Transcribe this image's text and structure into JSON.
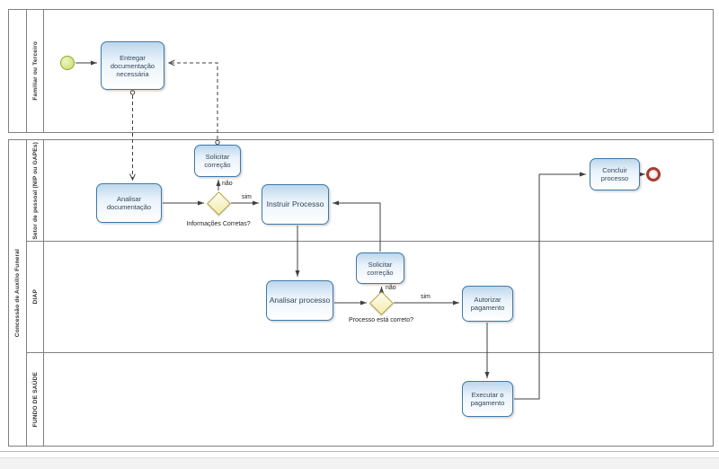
{
  "pool_top": {
    "name": "",
    "lane": "Familiar ou Terceiro"
  },
  "pool_main": {
    "name": "Concessão de Auxílio Funeral",
    "lanes": [
      "Setor de pessoal (NIP ou GAPEs)",
      "DIAP",
      "FUNDO DE SAÚDE"
    ]
  },
  "tasks": {
    "entregar": "Entregar documentação necessária",
    "solicitar_correcao_pessoal": "Solicitar correção",
    "analisar_documentacao": "Analisar documentação",
    "instruir_processo": "Instruir Processo",
    "concluir_processo": "Concluir processo",
    "analisar_processo": "Analisar processo",
    "solicitar_correcao_diap": "Solicitar correção",
    "autorizar_pagamento": "Autorizar pagamento",
    "executar_pagamento": "Executar o pagamento"
  },
  "gateways": {
    "informacoes_corretas": "Informações Corretas?",
    "processo_correto": "Processo está correto?"
  },
  "flow_labels": {
    "nao_informacoes": "não",
    "sim_informacoes": "sim",
    "nao_processo": "não",
    "sim_processo": "sim"
  },
  "colors": {
    "task_border": "#3c78aa",
    "task_fill_top": "#bdd7ec",
    "gateway_border": "#b2a03c",
    "gateway_fill": "#f3eaa9",
    "start_event_border": "#86a733",
    "start_event_fill": "#d7e88a",
    "end_event_border": "#a93a2e",
    "pool_border": "#808080",
    "connector": "#3f3f3f"
  }
}
